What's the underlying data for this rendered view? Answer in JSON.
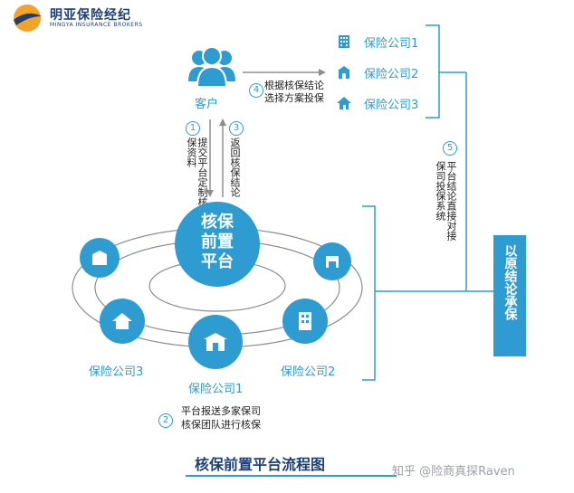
{
  "logo": {
    "cn": "明亚保险经纪",
    "en": "MINGYA INSURANCE BROKERS"
  },
  "customer": {
    "label": "客户"
  },
  "steps": {
    "s1": {
      "num": "①",
      "text": "提交平台定制核保资料"
    },
    "s3": {
      "num": "③",
      "text": "返回核保结论"
    },
    "s4": {
      "num": "④",
      "line1": "根据核保结论",
      "line2": "选择方案投保"
    },
    "s5": {
      "num": "⑤",
      "text": "平台结论直接对接保司投保系统"
    },
    "s2": {
      "num": "②",
      "line1": "平台报送多家保司",
      "line2": "核保团队进行核保"
    }
  },
  "platform": {
    "line1": "核保",
    "line2": "前置",
    "line3": "平台"
  },
  "companies_right": [
    "保险公司1",
    "保险公司2",
    "保险公司3"
  ],
  "companies_ring": {
    "c1": "保险公司1",
    "c2": "保险公司2",
    "c3": "保险公司3"
  },
  "confirm": {
    "text": "以原结论承保"
  },
  "title": "核保前置平台流程图",
  "watermark": "知乎 @险商真探Raven",
  "colors": {
    "accent": "#2e9cd1",
    "navy": "#1d3f74"
  }
}
